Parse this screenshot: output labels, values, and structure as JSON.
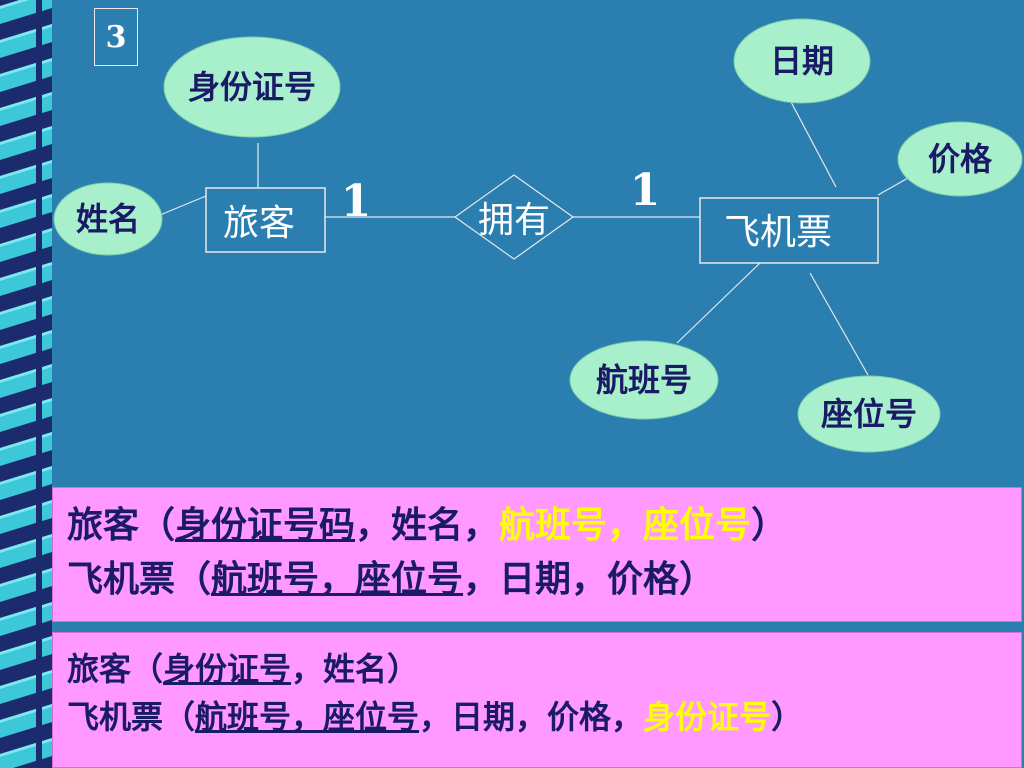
{
  "slide_number": "3",
  "diagram": {
    "entities": {
      "passenger": "旅客",
      "ticket": "飞机票"
    },
    "relationship": "拥有",
    "cardinality": {
      "left": "1",
      "right": "1"
    },
    "attributes": {
      "passenger_id": "身份证号",
      "passenger_name": "姓名",
      "ticket_date": "日期",
      "ticket_price": "价格",
      "ticket_flight": "航班号",
      "ticket_seat": "座位号"
    }
  },
  "panel1": {
    "line1": {
      "prefix": "旅客（",
      "key": "身份证号码",
      "mid": "，姓名，",
      "highlight": "航班号，座位号",
      "suffix": "）"
    },
    "line2": {
      "prefix": "飞机票（",
      "key": "航班号，座位号",
      "suffix": "，日期，价格）"
    }
  },
  "panel2": {
    "line1": {
      "prefix": "旅客（",
      "key": "身份证号",
      "suffix": "，姓名）"
    },
    "line2": {
      "prefix": "飞机票（",
      "key": "航班号，座位号",
      "mid": "，日期，价格，",
      "highlight": "身份证号",
      "suffix": "）"
    }
  },
  "colors": {
    "background": "#2a7fb0",
    "attribute_fill": "#a8f0cc",
    "panel_fill": "#ff99ff",
    "highlight_text": "#ffff00",
    "dark_text": "#1a1a66"
  }
}
